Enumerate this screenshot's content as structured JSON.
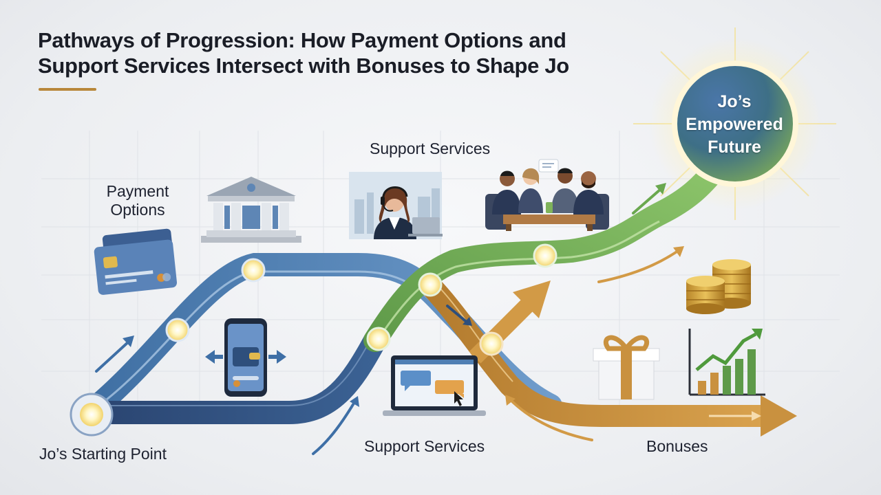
{
  "title": {
    "line1": "Pathways of Progression: How Payment Options and",
    "line2": "Support Services Intersect with Bonuses to Shape Jo"
  },
  "labels": {
    "payment_line1": "Payment",
    "payment_line2": "Options",
    "support_top": "Support Services",
    "start": "Jo’s Starting Point",
    "support_bottom": "Support Services",
    "bonuses": "Bonuses"
  },
  "future": {
    "line1": "Jo’s",
    "line2": "Empowered",
    "line3": "Future"
  },
  "colors": {
    "blue_path": "#4f83b6",
    "navy_path": "#2e4f7c",
    "green_path": "#6aa84f",
    "gold_path": "#c9913f",
    "accent": "#b8873a"
  },
  "icons": [
    "bank-icon",
    "credit-card-icon",
    "mobile-wallet-icon",
    "headset-agent-icon",
    "business-meeting-icon",
    "laptop-chat-icon",
    "coin-stack-icon",
    "gift-box-icon",
    "growth-chart-icon"
  ]
}
